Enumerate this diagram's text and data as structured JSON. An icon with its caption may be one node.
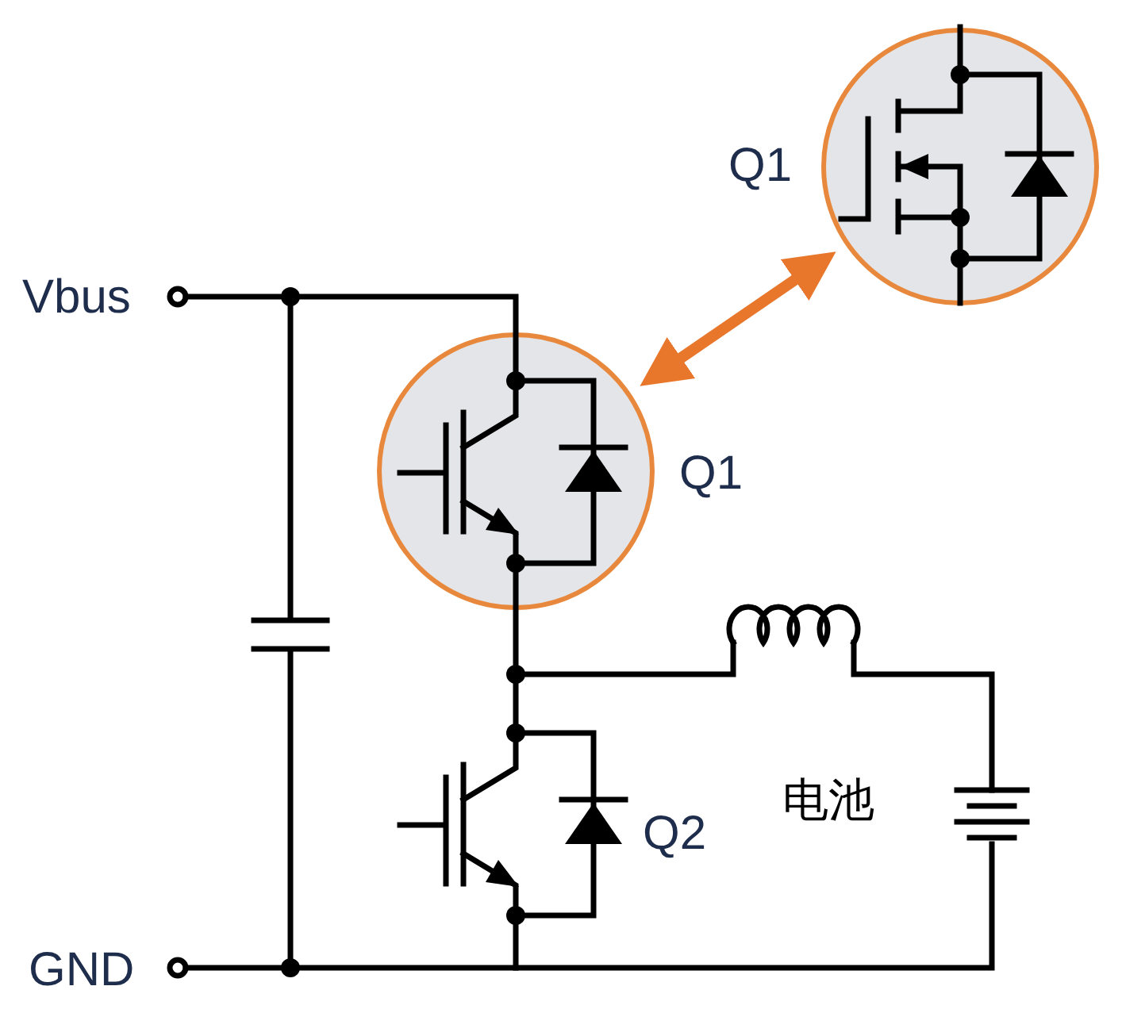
{
  "diagram": {
    "nodes": [
      {
        "text": [
          "Q1"
        ]
      },
      {
        "text": [
          "Q1"
        ]
      }
    ],
    "edges": [
      {
        "from": 1,
        "to": 0,
        "arrow": "both",
        "color": "#e8762b"
      }
    ],
    "labels": [
      "Vbus",
      "GND",
      "Q2",
      "电池"
    ]
  }
}
